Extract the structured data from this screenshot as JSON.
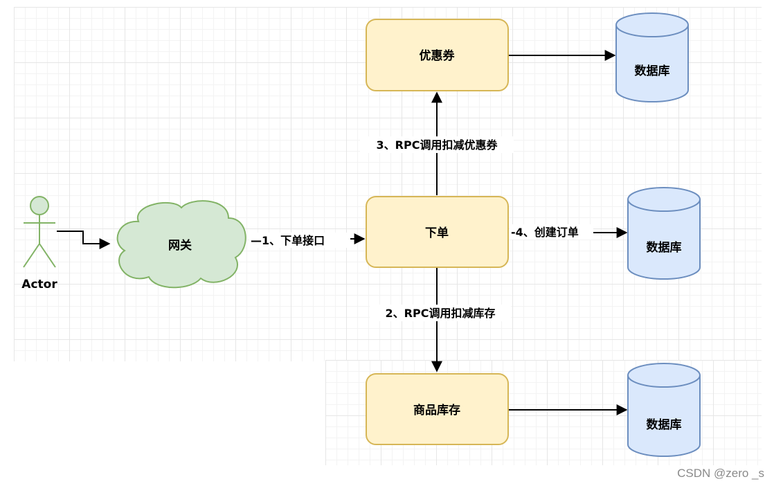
{
  "actor": {
    "label": "Actor"
  },
  "nodes": {
    "gateway": "网关",
    "order": "下单",
    "coupon": "优惠券",
    "inventory": "商品库存"
  },
  "databases": {
    "coupon_db": "数据库",
    "order_db": "数据库",
    "inventory_db": "数据库"
  },
  "edges": {
    "gateway_to_order": "—1、下单接口",
    "order_to_inventory": "2、RPC调用扣减库存",
    "order_to_coupon": "3、RPC调用扣减优惠券",
    "order_to_db": "-4、创建订单"
  },
  "watermark": "CSDN @zero _s",
  "colors": {
    "process_fill": "#fff2cc",
    "process_stroke": "#d6b656",
    "cloud_fill": "#d5e8d4",
    "cloud_stroke": "#82b366",
    "db_fill": "#dae8fc",
    "db_stroke": "#6c8ebf"
  }
}
